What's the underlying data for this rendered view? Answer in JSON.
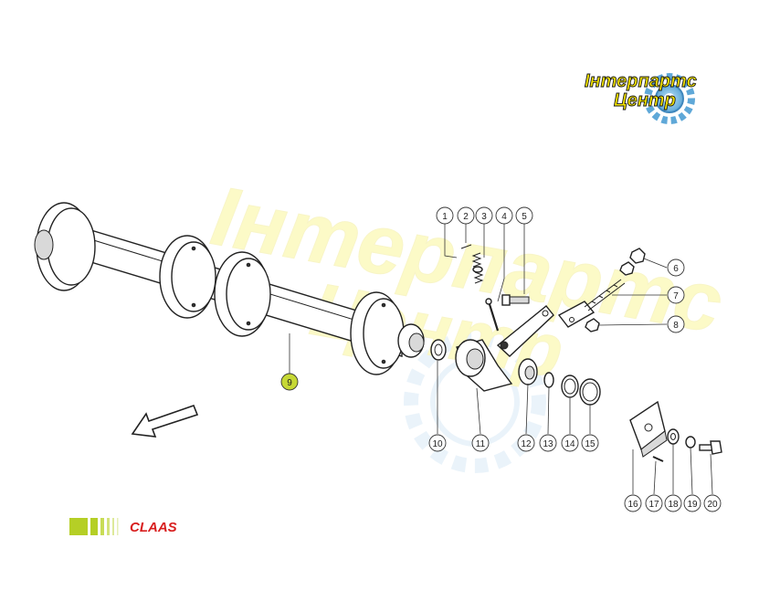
{
  "logo": {
    "line1": "Інтерпартс",
    "line2": "Центр",
    "color": "#f2e200",
    "outline": "#1a1a1a",
    "gear_color": "#5fa8d8"
  },
  "watermark": {
    "line1": "Інтерпартс",
    "line2": "Центр"
  },
  "brand": {
    "name": "CLAAS",
    "color": "#d81e1e",
    "bar_color": "#b5cf26"
  },
  "callouts": [
    {
      "id": "1",
      "label": "1"
    },
    {
      "id": "2",
      "label": "2"
    },
    {
      "id": "3",
      "label": "3"
    },
    {
      "id": "4",
      "label": "4"
    },
    {
      "id": "5",
      "label": "5"
    },
    {
      "id": "6",
      "label": "6"
    },
    {
      "id": "7",
      "label": "7"
    },
    {
      "id": "8",
      "label": "8"
    },
    {
      "id": "9",
      "label": "9",
      "highlighted": true,
      "highlight_color": "#c6d835"
    },
    {
      "id": "10",
      "label": "10"
    },
    {
      "id": "11",
      "label": "11"
    },
    {
      "id": "12",
      "label": "12"
    },
    {
      "id": "13",
      "label": "13"
    },
    {
      "id": "14",
      "label": "14"
    },
    {
      "id": "15",
      "label": "15"
    },
    {
      "id": "16",
      "label": "16"
    },
    {
      "id": "17",
      "label": "17"
    },
    {
      "id": "18",
      "label": "18"
    },
    {
      "id": "19",
      "label": "19"
    },
    {
      "id": "20",
      "label": "20"
    }
  ]
}
